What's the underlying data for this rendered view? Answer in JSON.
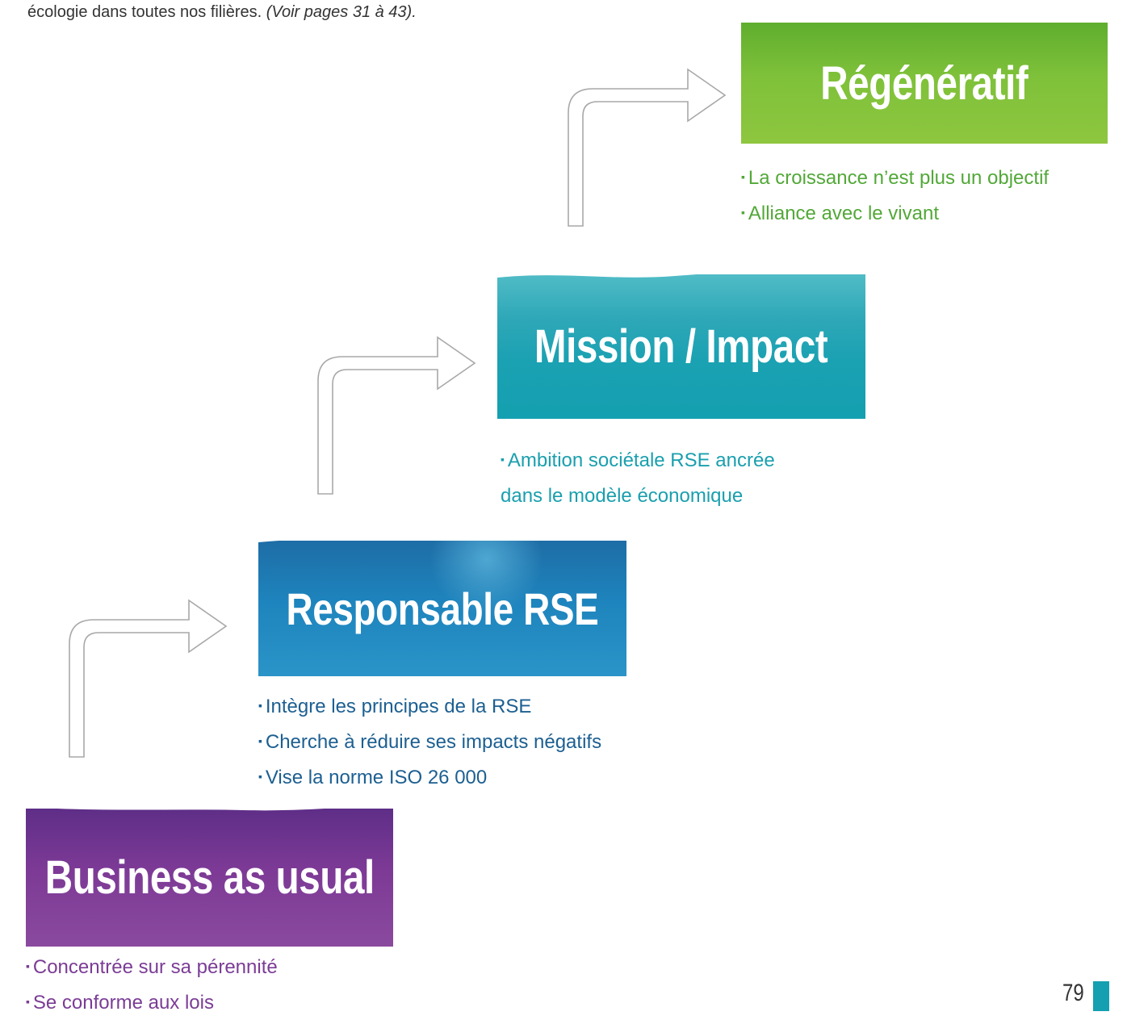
{
  "intro": {
    "text": "écologie dans toutes nos filières. ",
    "italic": "(Voir pages 31 à 43)."
  },
  "stages": [
    {
      "key": "purple",
      "title": "Business as usual",
      "color": "#7b3c96",
      "bullets": [
        "Concentrée sur sa pérennité",
        "Se conforme aux lois"
      ]
    },
    {
      "key": "blue",
      "title": "Responsable RSE",
      "color": "#1c5f91",
      "bullets": [
        "Intègre les principes de la RSE",
        "Cherche à réduire ses impacts négatifs",
        "Vise la norme ISO 26 000"
      ]
    },
    {
      "key": "teal",
      "title": "Mission / Impact",
      "color": "#1a9fae",
      "bullets": [
        "Ambition sociétale RSE ancrée",
        "dans le modèle économique"
      ]
    },
    {
      "key": "green",
      "title": "Régénératif",
      "color": "#52a838",
      "bullets": [
        "La croissance n’est plus un objectif",
        "Alliance avec le vivant"
      ]
    }
  ],
  "page": {
    "number": "79",
    "accent": "#14a0b0"
  }
}
